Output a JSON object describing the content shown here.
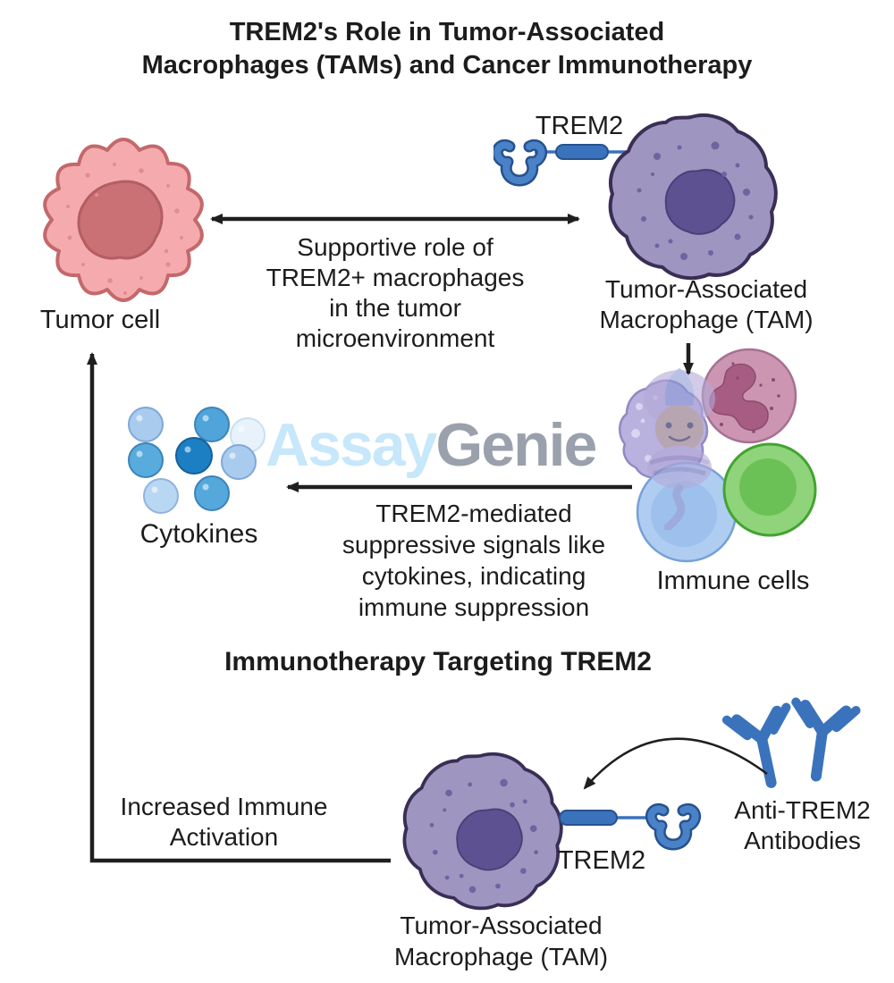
{
  "title": {
    "line1": "TREM2's Role in Tumor-Associated",
    "line2": "Macrophages (TAMs) and Cancer Immunotherapy"
  },
  "section_heading": "Immunotherapy Targeting TREM2",
  "cells": {
    "tumor_cell_label": "Tumor cell",
    "tam_top": {
      "line1": "Tumor-Associated",
      "line2": "Macrophage (TAM)"
    },
    "tam_bottom": {
      "line1": "Tumor-Associated",
      "line2": "Macrophage (TAM)"
    },
    "immune_cells_label": "Immune cells",
    "cytokines_label": "Cytokines"
  },
  "receptors": {
    "trem2_top_label": "TREM2",
    "trem2_bottom_label": "TREM2"
  },
  "antibody": {
    "line1": "Anti-TREM2",
    "line2": "Antibodies"
  },
  "annotations": {
    "supportive": [
      "Supportive role of",
      "TREM2+ macrophages",
      "in the tumor",
      "microenvironment"
    ],
    "suppressive": [
      "TREM2-mediated",
      "suppressive signals like",
      "cytokines, indicating",
      "immune suppression"
    ],
    "activation": [
      "Increased Immune",
      "Activation"
    ]
  },
  "watermark": {
    "part1": "Assay",
    "part2": "Genie"
  },
  "colors": {
    "tumor_cell_body": "#f5abad",
    "tumor_cell_nucleus": "#c97175",
    "macrophage_body": "#9e95c0",
    "macrophage_nucleus": "#5e5191",
    "receptor_blue": "#3b72bc",
    "immune_purple": "#b9b1de",
    "immune_pink": "#cc96b3",
    "immune_green": "#8fd47a",
    "immune_blue": "#abcbf1",
    "cytokine_dark": "#1c7fc3",
    "cytokine_medium": "#4fa5da",
    "cytokine_light": "#a9ccee",
    "watermark_blue": "#c7e7fa",
    "watermark_gray": "#9aa1ac",
    "arrow": "#1f1f1f"
  }
}
